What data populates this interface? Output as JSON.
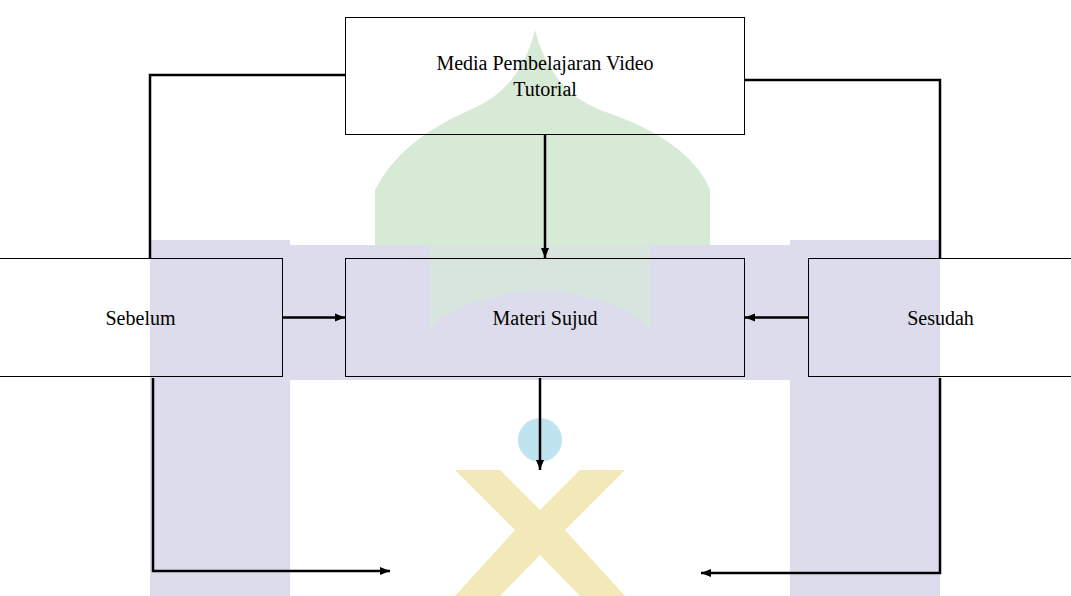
{
  "diagram": {
    "nodes": [
      {
        "text": [
          "Media Pembelajaran Video Tutorial"
        ]
      },
      {
        "text": [
          "Sebelum"
        ]
      },
      {
        "text": [
          "Materi Sujud"
        ]
      },
      {
        "text": [
          "Sesudah"
        ]
      }
    ],
    "edges": [
      {
        "from": 0,
        "to": 1,
        "arrow": "none"
      },
      {
        "from": 0,
        "to": 3,
        "arrow": "none"
      },
      {
        "from": 0,
        "to": 2,
        "arrow": "to"
      },
      {
        "from": 1,
        "to": 2,
        "arrow": "to"
      },
      {
        "from": 3,
        "to": 2,
        "arrow": "to"
      }
    ]
  }
}
